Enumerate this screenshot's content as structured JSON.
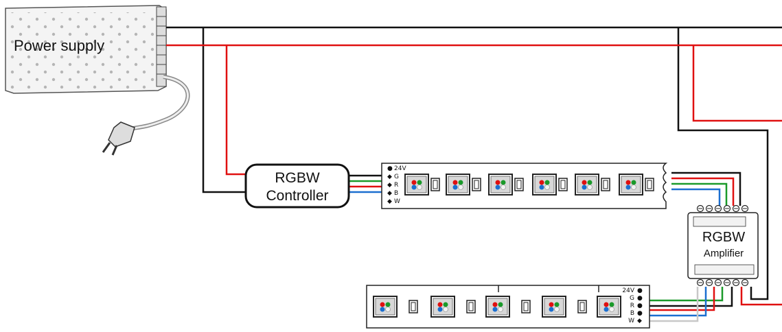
{
  "power_supply": {
    "label": "Power supply"
  },
  "controller": {
    "line1": "RGBW",
    "line2": "Controller"
  },
  "amplifier": {
    "line1": "RGBW",
    "line2": "Amplifier"
  },
  "strip1": {
    "pins": [
      {
        "text": "24V",
        "dot": "●"
      },
      {
        "text": "G",
        "dot": "◆"
      },
      {
        "text": "R",
        "dot": "◆"
      },
      {
        "text": "B",
        "dot": "◆"
      },
      {
        "text": "W",
        "dot": "◆"
      }
    ]
  },
  "strip2": {
    "pins": [
      {
        "text": "24V",
        "dot": "●"
      },
      {
        "text": "G",
        "dot": "●"
      },
      {
        "text": "R",
        "dot": "●"
      },
      {
        "text": "B",
        "dot": "●"
      },
      {
        "text": "W",
        "dot": "◆"
      }
    ]
  },
  "wire_colors": {
    "positive": "#e01010",
    "negative": "#111111",
    "green": "#1a9a2a",
    "red": "#e01010",
    "blue": "#1b6fd0",
    "white": "#c8c8c8"
  }
}
